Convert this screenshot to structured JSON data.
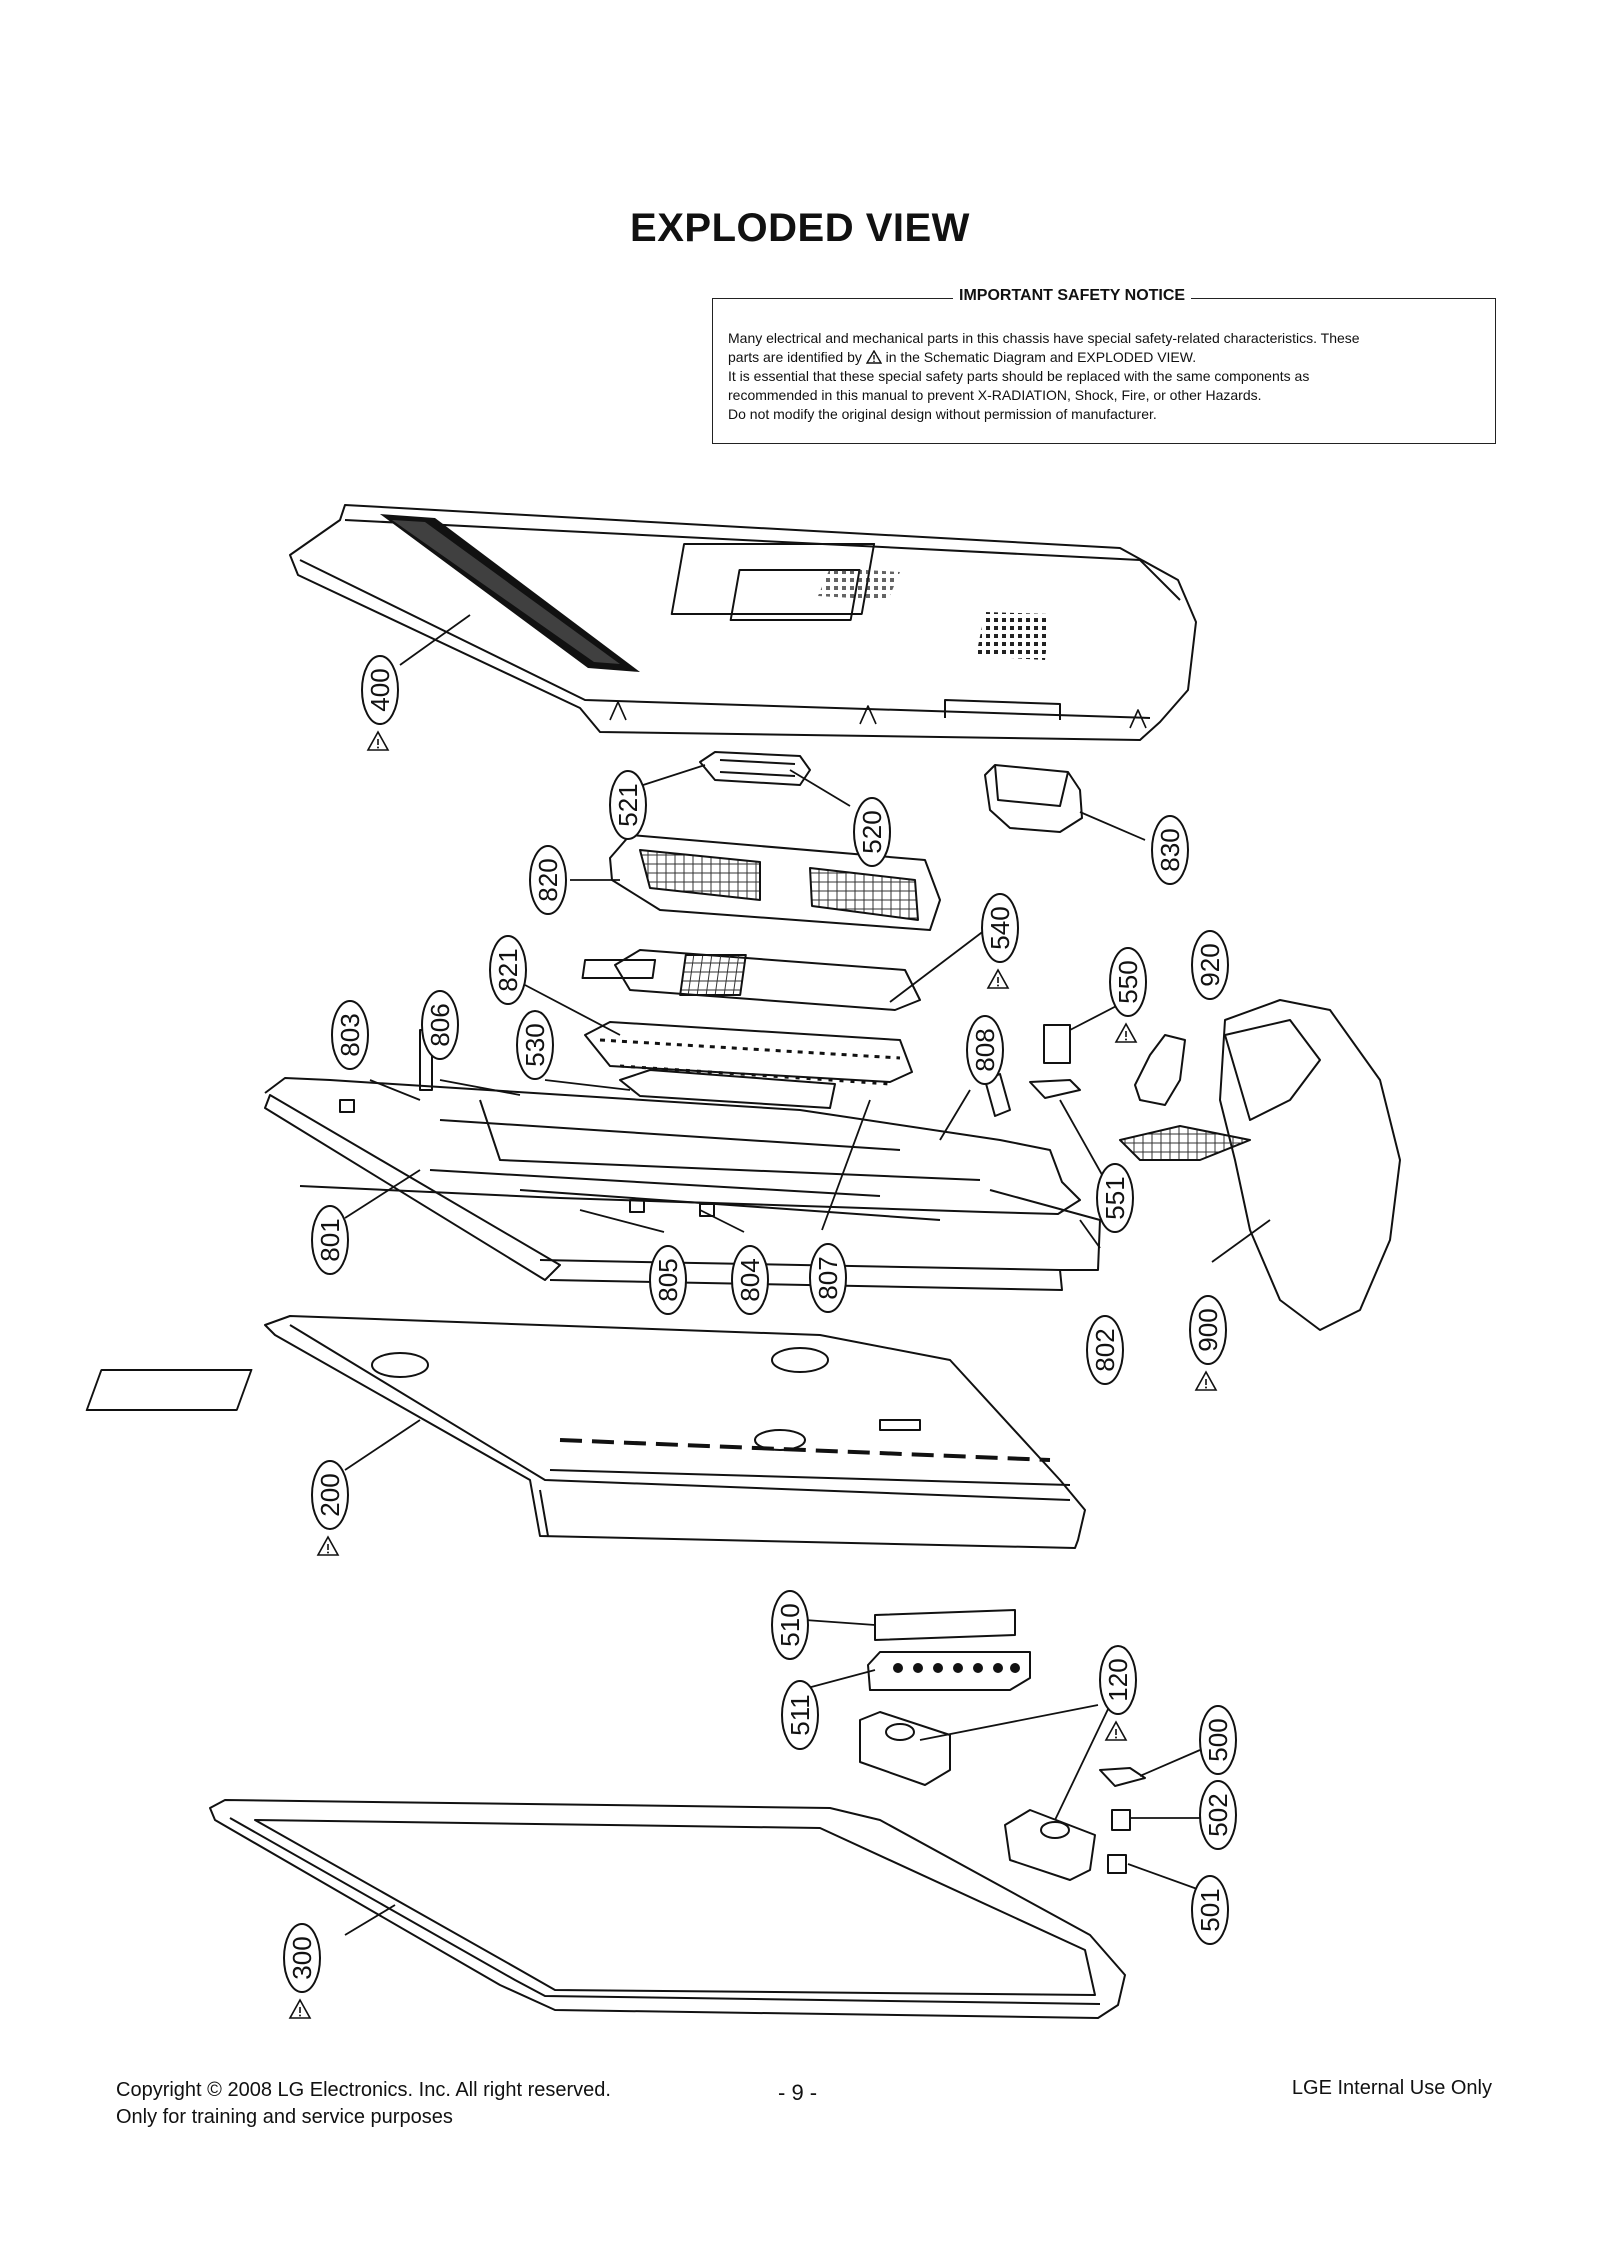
{
  "title": "EXPLODED VIEW",
  "notice": {
    "heading": "IMPORTANT SAFETY NOTICE",
    "line1": "Many electrical and mechanical parts in this chassis have special safety-related characteristics. These",
    "line2_a": "parts are identified by",
    "line2_b": "in the Schematic Diagram and EXPLODED VIEW.",
    "line3": "It is essential that these special safety parts should be replaced with the same components as",
    "line4": "recommended in this manual to prevent X-RADIATION, Shock, Fire, or other Hazards.",
    "line5": "Do not modify the original design without permission of manufacturer."
  },
  "parts": [
    {
      "label": "400",
      "warn": true
    },
    {
      "label": "521",
      "warn": false
    },
    {
      "label": "520",
      "warn": false
    },
    {
      "label": "830",
      "warn": false
    },
    {
      "label": "820",
      "warn": false
    },
    {
      "label": "540",
      "warn": true
    },
    {
      "label": "821",
      "warn": false
    },
    {
      "label": "550",
      "warn": true
    },
    {
      "label": "920",
      "warn": false
    },
    {
      "label": "803",
      "warn": false
    },
    {
      "label": "806",
      "warn": false
    },
    {
      "label": "530",
      "warn": false
    },
    {
      "label": "808",
      "warn": false
    },
    {
      "label": "551",
      "warn": false
    },
    {
      "label": "801",
      "warn": false
    },
    {
      "label": "805",
      "warn": false
    },
    {
      "label": "804",
      "warn": false
    },
    {
      "label": "807",
      "warn": false
    },
    {
      "label": "802",
      "warn": false
    },
    {
      "label": "900",
      "warn": true
    },
    {
      "label": "200",
      "warn": true
    },
    {
      "label": "510",
      "warn": false
    },
    {
      "label": "511",
      "warn": false
    },
    {
      "label": "120",
      "warn": true
    },
    {
      "label": "500",
      "warn": false
    },
    {
      "label": "502",
      "warn": false
    },
    {
      "label": "501",
      "warn": false
    },
    {
      "label": "300",
      "warn": true
    }
  ],
  "footer": {
    "copyright": "Copyright © 2008 LG Electronics. Inc. All right reserved.",
    "purpose": "Only for training and service purposes",
    "page": "- 9 -",
    "internal": "LGE Internal Use Only"
  }
}
